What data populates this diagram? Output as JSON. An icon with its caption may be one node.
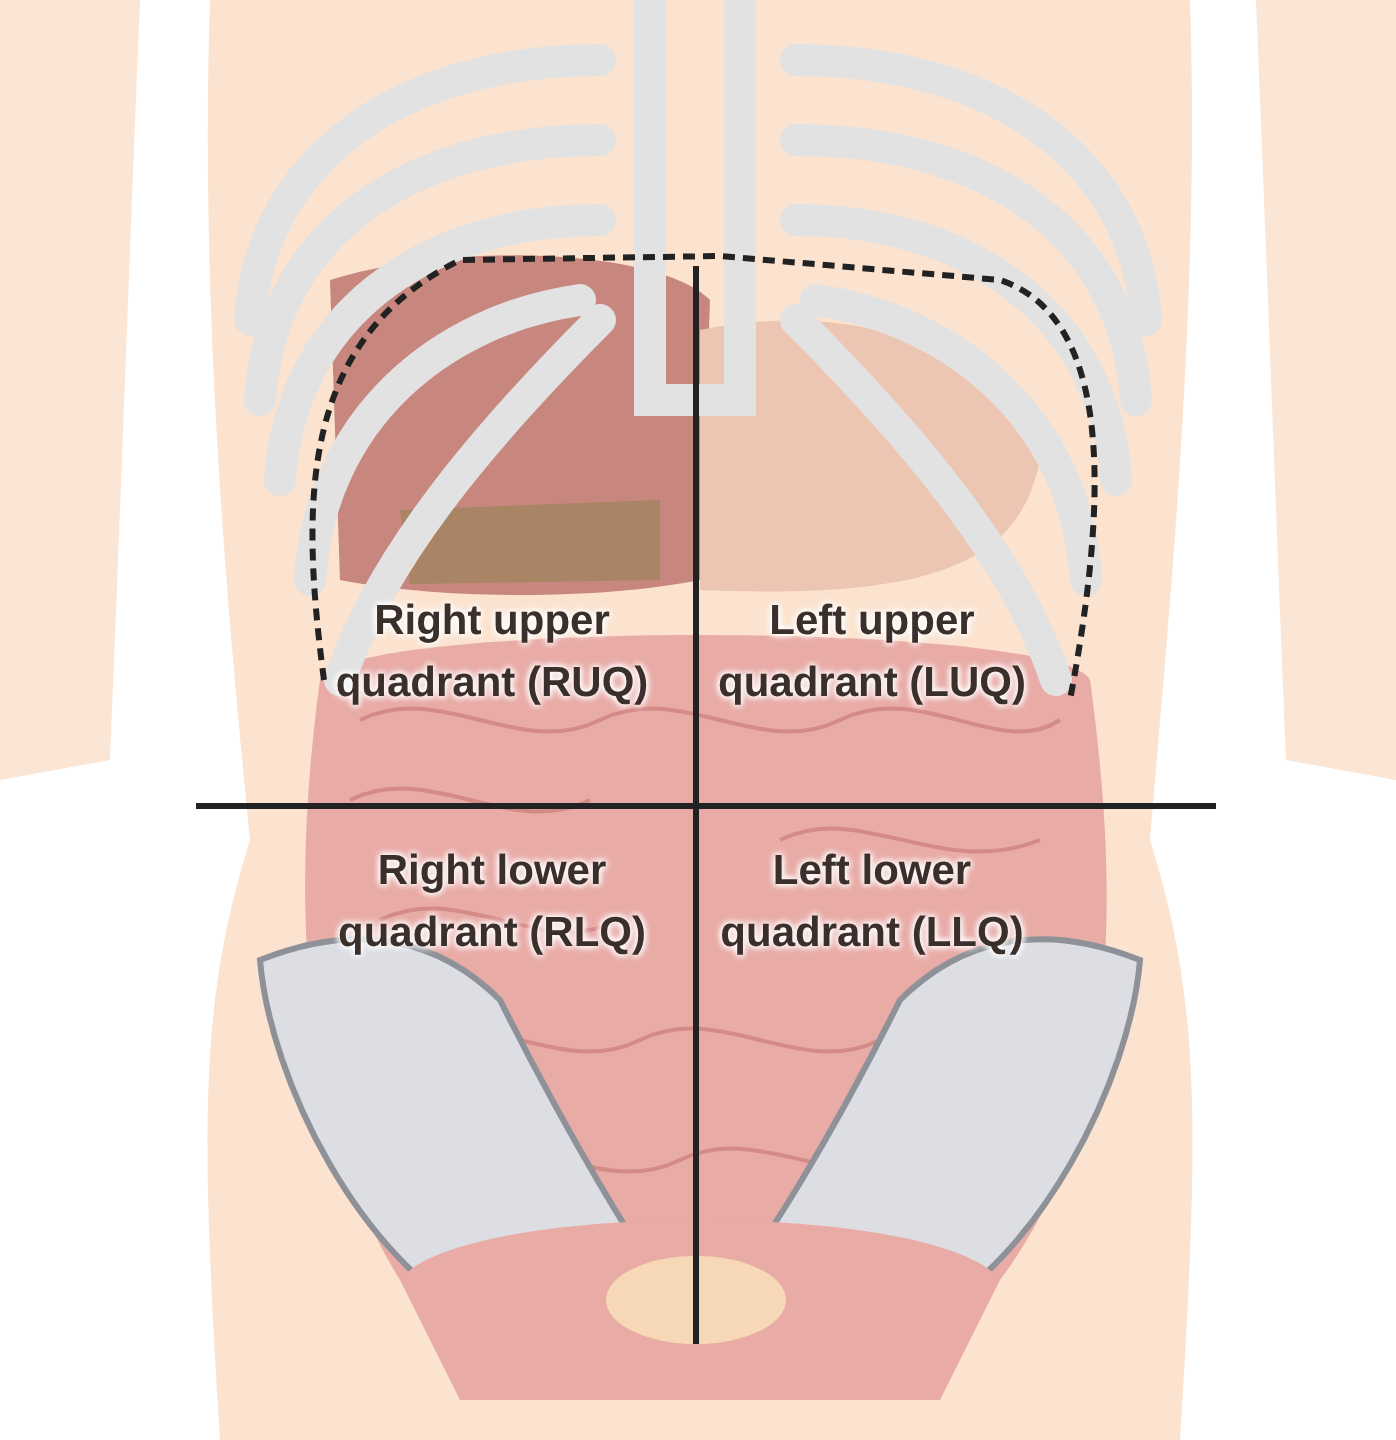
{
  "diagram": {
    "labels": [
      "Right upper quadrant (RUQ)",
      "Left upper quadrant (LUQ)",
      "Right lower quadrant (RLQ)",
      "Left lower quadrant (LLQ)"
    ]
  }
}
